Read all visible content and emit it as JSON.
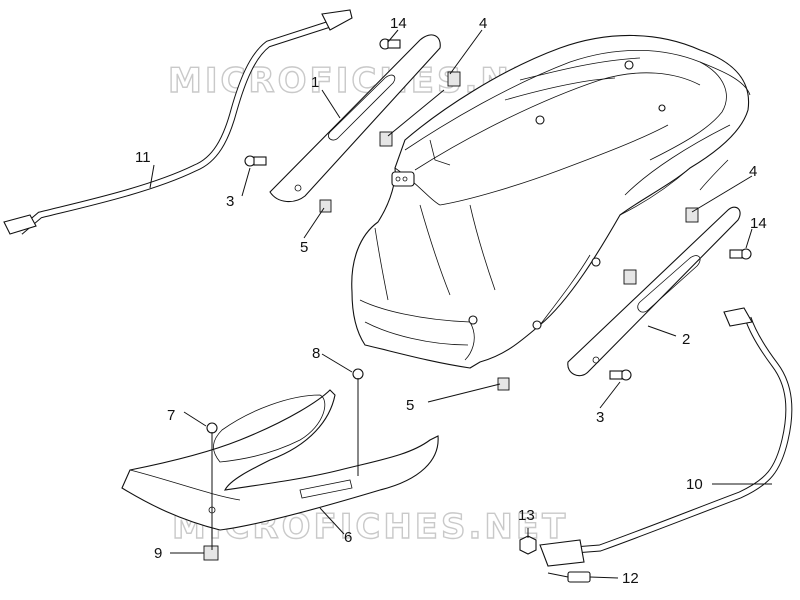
{
  "watermark": {
    "top": "MICROFICHES.NET",
    "bottom": "MICROFICHES.NET"
  },
  "callouts": {
    "c1": "1",
    "c2": "2",
    "c3a": "3",
    "c3b": "3",
    "c4a": "4",
    "c4b": "4",
    "c5a": "5",
    "c5b": "5",
    "c6": "6",
    "c7": "7",
    "c8": "8",
    "c9": "9",
    "c10": "10",
    "c11": "11",
    "c12": "12",
    "c13": "13",
    "c14a": "14",
    "c14b": "14"
  }
}
